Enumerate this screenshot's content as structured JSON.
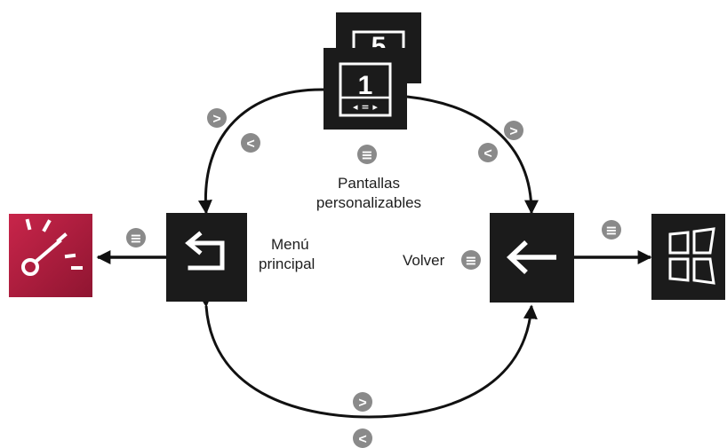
{
  "colors": {
    "tile": "#1b1b1b",
    "accent_top": "#c8254a",
    "accent_bottom": "#8f1531",
    "badge": "#8a8a8a",
    "arrow": "#111111"
  },
  "labels": {
    "custom_screens_line1": "Pantallas",
    "custom_screens_line2": "personalizables",
    "main_menu_line1": "Menú",
    "main_menu_line2": "principal",
    "back": "Volver"
  },
  "tiles": {
    "screen_front_number": "1",
    "screen_back_number": "5",
    "screen_front_nav": "◂ = ▸"
  },
  "badges": {
    "next": ">",
    "prev": "<",
    "menu": "≡"
  },
  "icons": {
    "main_menu": "return-arrow-icon",
    "back": "left-arrow-icon",
    "gauge": "speedometer-icon",
    "windows": "windows-icon"
  }
}
